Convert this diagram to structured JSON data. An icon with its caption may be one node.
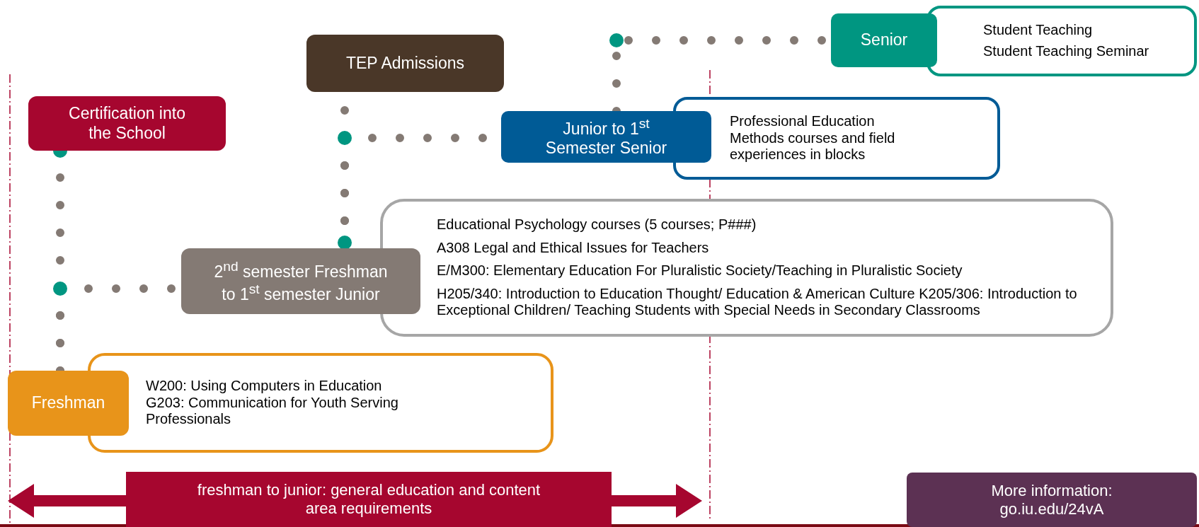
{
  "diagram": {
    "nodes": [
      {
        "text": [
          "Senior"
        ]
      },
      {
        "text": [
          "Student Teaching",
          "Student Teaching Seminar"
        ]
      },
      {
        "text": [
          "TEP Admissions"
        ]
      },
      {
        "text": [
          "Certification into the School"
        ]
      },
      {
        "text": [
          "Junior to 1$^{st}$ Semester Senior"
        ]
      },
      {
        "text": [
          "Professional Education Methods courses and field experiences in blocks"
        ]
      },
      {
        "text": [
          "2$^{nd}$ semester Freshman to 1$^{st}$ semester Junior"
        ]
      },
      {
        "text": [
          "Educational Psychology courses (5 courses; P###)",
          "A308 Legal and Ethical Issues for Teachers",
          "E/M300: Elementary Education For Pluralistic Society/Teaching in Pluralistic Society",
          "H205/340: Introduction to Education Thought/ Education & American Culture K205/306: Introduction to Exceptional Children/ Teaching Students with Special Needs in Secondary Classrooms"
        ]
      },
      {
        "text": [
          "Freshman"
        ]
      },
      {
        "text": [
          "W200: Using Computers in Education",
          "G203: Communication for Youth Serving Professionals"
        ]
      },
      {
        "text": [
          "freshman to junior: general education and content area requirements"
        ]
      },
      {
        "text": [
          "More information: go.iu.edu/24vA"
        ]
      }
    ],
    "edges": [
      {
        "from": 8,
        "to": 3,
        "arrow": "none",
        "style": "dashed"
      },
      {
        "from": 8,
        "to": 6,
        "arrow": "none",
        "style": "dashed"
      },
      {
        "from": 6,
        "to": 2,
        "arrow": "none",
        "style": "dashed"
      },
      {
        "from": 6,
        "to": 4,
        "arrow": "none",
        "style": "dashed"
      },
      {
        "from": 4,
        "to": 0,
        "arrow": "none",
        "style": "dashed"
      }
    ]
  }
}
